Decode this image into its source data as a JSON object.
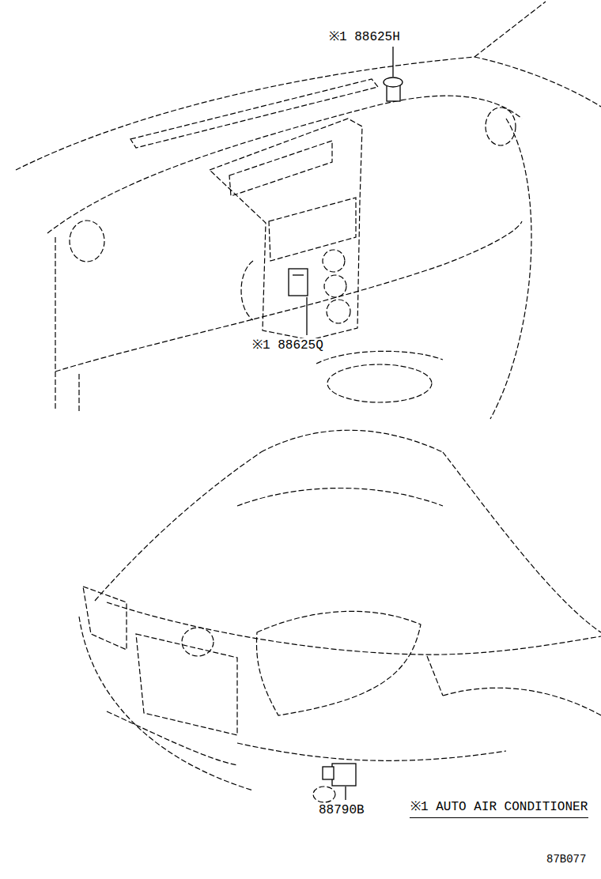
{
  "diagram": {
    "labels": [
      "※1 88625H",
      "※1 88625Q",
      "88790B",
      "※1 AUTO AIR CONDITIONER",
      "87B077"
    ]
  }
}
